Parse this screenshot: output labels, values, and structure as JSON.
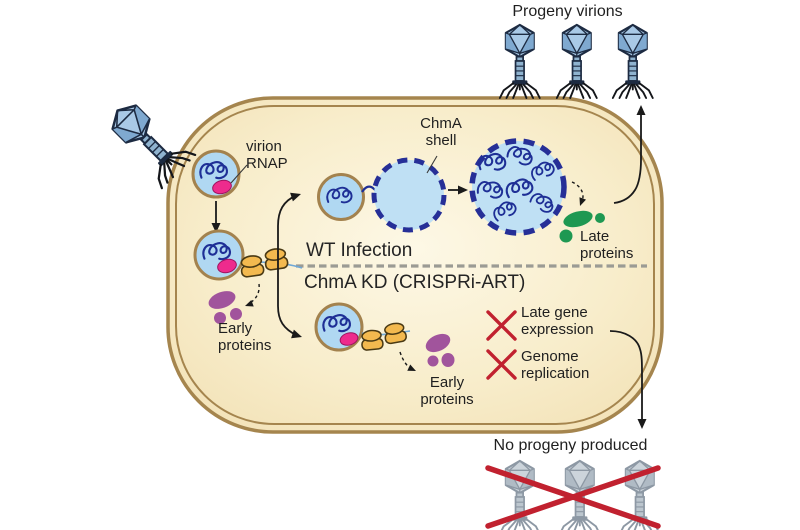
{
  "top": {
    "progeny_label": "Progeny virions"
  },
  "bottom": {
    "no_progeny_label": "No progeny produced"
  },
  "cell": {
    "virion_rnap_label": "virion\nRNAP",
    "chma_shell_label": "ChmA\nshell",
    "wt_heading": "WT Infection",
    "kd_heading": "ChmA KD (CRISPRi-ART)",
    "early_proteins_wt": "Early\nproteins",
    "late_proteins": "Late\nproteins",
    "early_proteins_kd": "Early\nproteins",
    "late_gene_blocked": "Late gene\nexpression",
    "genome_replication_blocked": "Genome\nreplication"
  },
  "colors": {
    "membrane": "#a5854e",
    "cell_fill_light": "#fdf8e6",
    "cell_fill_mid": "#f8edcb",
    "cell_fill_dark": "#f1dfb2",
    "dna_navy": "#1e2f96",
    "shell_border_navy": "#262f97",
    "shell_fill": "#bfe0f4",
    "circle_fill": "#b0d8f2",
    "circle_border": "#a3824e",
    "rnap_pink": "#ee2b8d",
    "rnap_pink_dark": "#9c135f",
    "ribosome": "#f3b94f",
    "ribosome_outline": "#4a3a14",
    "mrna_blue": "#6fa8d6",
    "early_purple": "#a1549c",
    "late_green": "#1e9852",
    "cross_red": "#c1212f",
    "divider_gray": "#9b9b94",
    "arrow_black": "#1a1a1a",
    "pointer_gray": "#3a3a3a"
  }
}
